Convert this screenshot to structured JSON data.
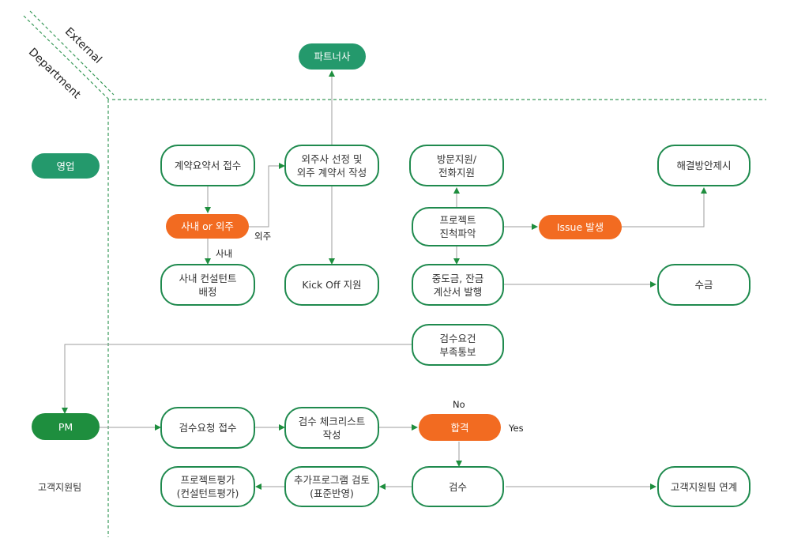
{
  "boundary": {
    "external": "External",
    "department": "Department"
  },
  "lanes": {
    "sales": "영업",
    "pm": "PM",
    "support": "고객지원팀"
  },
  "nodes": {
    "partner": "파트너사",
    "contract_receipt": "계약요약서 접수",
    "inhouse_or_outsource": "사내 or 외주",
    "inhouse_assign": "사내 컨설턴트\n배정",
    "outsource_select": "외주사 선정 및\n외주 계약서 작성",
    "kickoff": "Kick Off 지원",
    "visit_support": "방문지원/\n전화지원",
    "progress_check": "프로젝트\n진척파악",
    "issue": "Issue 발생",
    "solution": "해결방안제시",
    "interim_payment": "중도금, 잔금\n계산서 발행",
    "collection": "수금",
    "inspection_notice": "검수요건\n부족통보",
    "inspection_request": "검수요청 접수",
    "checklist": "검수 체크리스트\n작성",
    "pass": "합격",
    "inspection": "검수",
    "additional_review": "추가프로그램 검토\n(표준반영)",
    "project_eval": "프로젝트평가\n(컨설턴트평가)",
    "support_link": "고객지원팀 연계"
  },
  "edge_labels": {
    "outsource": "외주",
    "inhouse": "사내",
    "no": "No",
    "yes": "Yes"
  },
  "colors": {
    "green_terminal": "#24996c",
    "green_dark": "#1e8e3e",
    "orange_decision": "#f26b21",
    "outline_green": "#1f8a4e",
    "connector": "#9e9e9e",
    "arrowhead": "#1e8e3e",
    "boundary_dash": "#3a9a5a"
  }
}
